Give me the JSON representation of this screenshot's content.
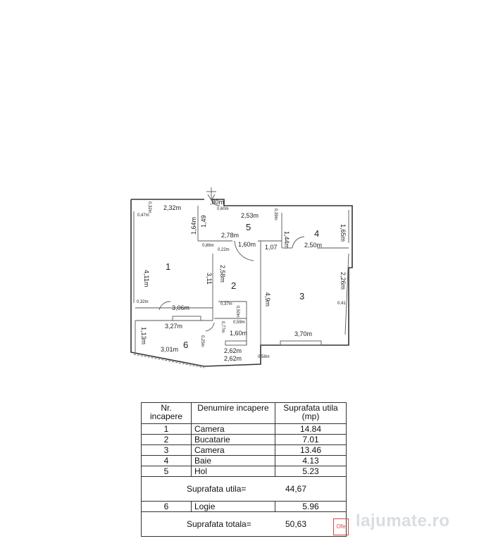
{
  "plan": {
    "rooms": [
      "1",
      "2",
      "3",
      "4",
      "5",
      "6"
    ],
    "dimensions": {
      "d232": "2,32m",
      "d253": "2,53m",
      "d149": "1,49",
      "d164": "1,64m",
      "d278": "2,78m",
      "d160a": "1,60m",
      "d411": "4,11m",
      "d258": "2,58m",
      "d311": "3,11",
      "d144": "1,44m",
      "d165": "1,65m",
      "d250": "2,50m",
      "d226": "2,26m",
      "d306": "3,06m",
      "d327": "3,27m",
      "d160b": "1,60m",
      "d370": "3,70m",
      "d301": "3,01m",
      "d262a": "2,62m",
      "d262b": "2,62m",
      "d113": "1,13m",
      "d107": "1,07",
      "d49": "4,9m",
      "d80": ",80m"
    },
    "small_labels": {
      "s1": "0,47m",
      "s2": "0,32m",
      "s3": "0,86m",
      "s4": "0,22m",
      "s5": "0,37m",
      "s6": "0,50m",
      "s7": "0,59m",
      "s8": "0,77m",
      "s9": "0,58m",
      "s10": "0,25m",
      "s11": "0,41",
      "s12": "0,60m",
      "s13": "0,32m",
      "s14": "0,39m"
    }
  },
  "table": {
    "header": {
      "nr": "Nr. incapere",
      "name": "Denumire incapere",
      "area": "Suprafata utila (mp)"
    },
    "rows": [
      {
        "nr": "1",
        "name": "Camera",
        "area": "14.84"
      },
      {
        "nr": "2",
        "name": "Bucatarie",
        "area": "7.01"
      },
      {
        "nr": "3",
        "name": "Camera",
        "area": "13.46"
      },
      {
        "nr": "4",
        "name": "Baie",
        "area": "4.13"
      },
      {
        "nr": "5",
        "name": "Hol",
        "area": "5.23"
      }
    ],
    "useful_label": "Suprafata utila=",
    "useful_value": "44,67",
    "loggia": {
      "nr": "6",
      "name": "Logie",
      "area": "5.96"
    },
    "total_label": "Suprafata totala=",
    "total_value": "50,63"
  },
  "stamp_text": "Ofe",
  "watermark": "lajumate.ro"
}
